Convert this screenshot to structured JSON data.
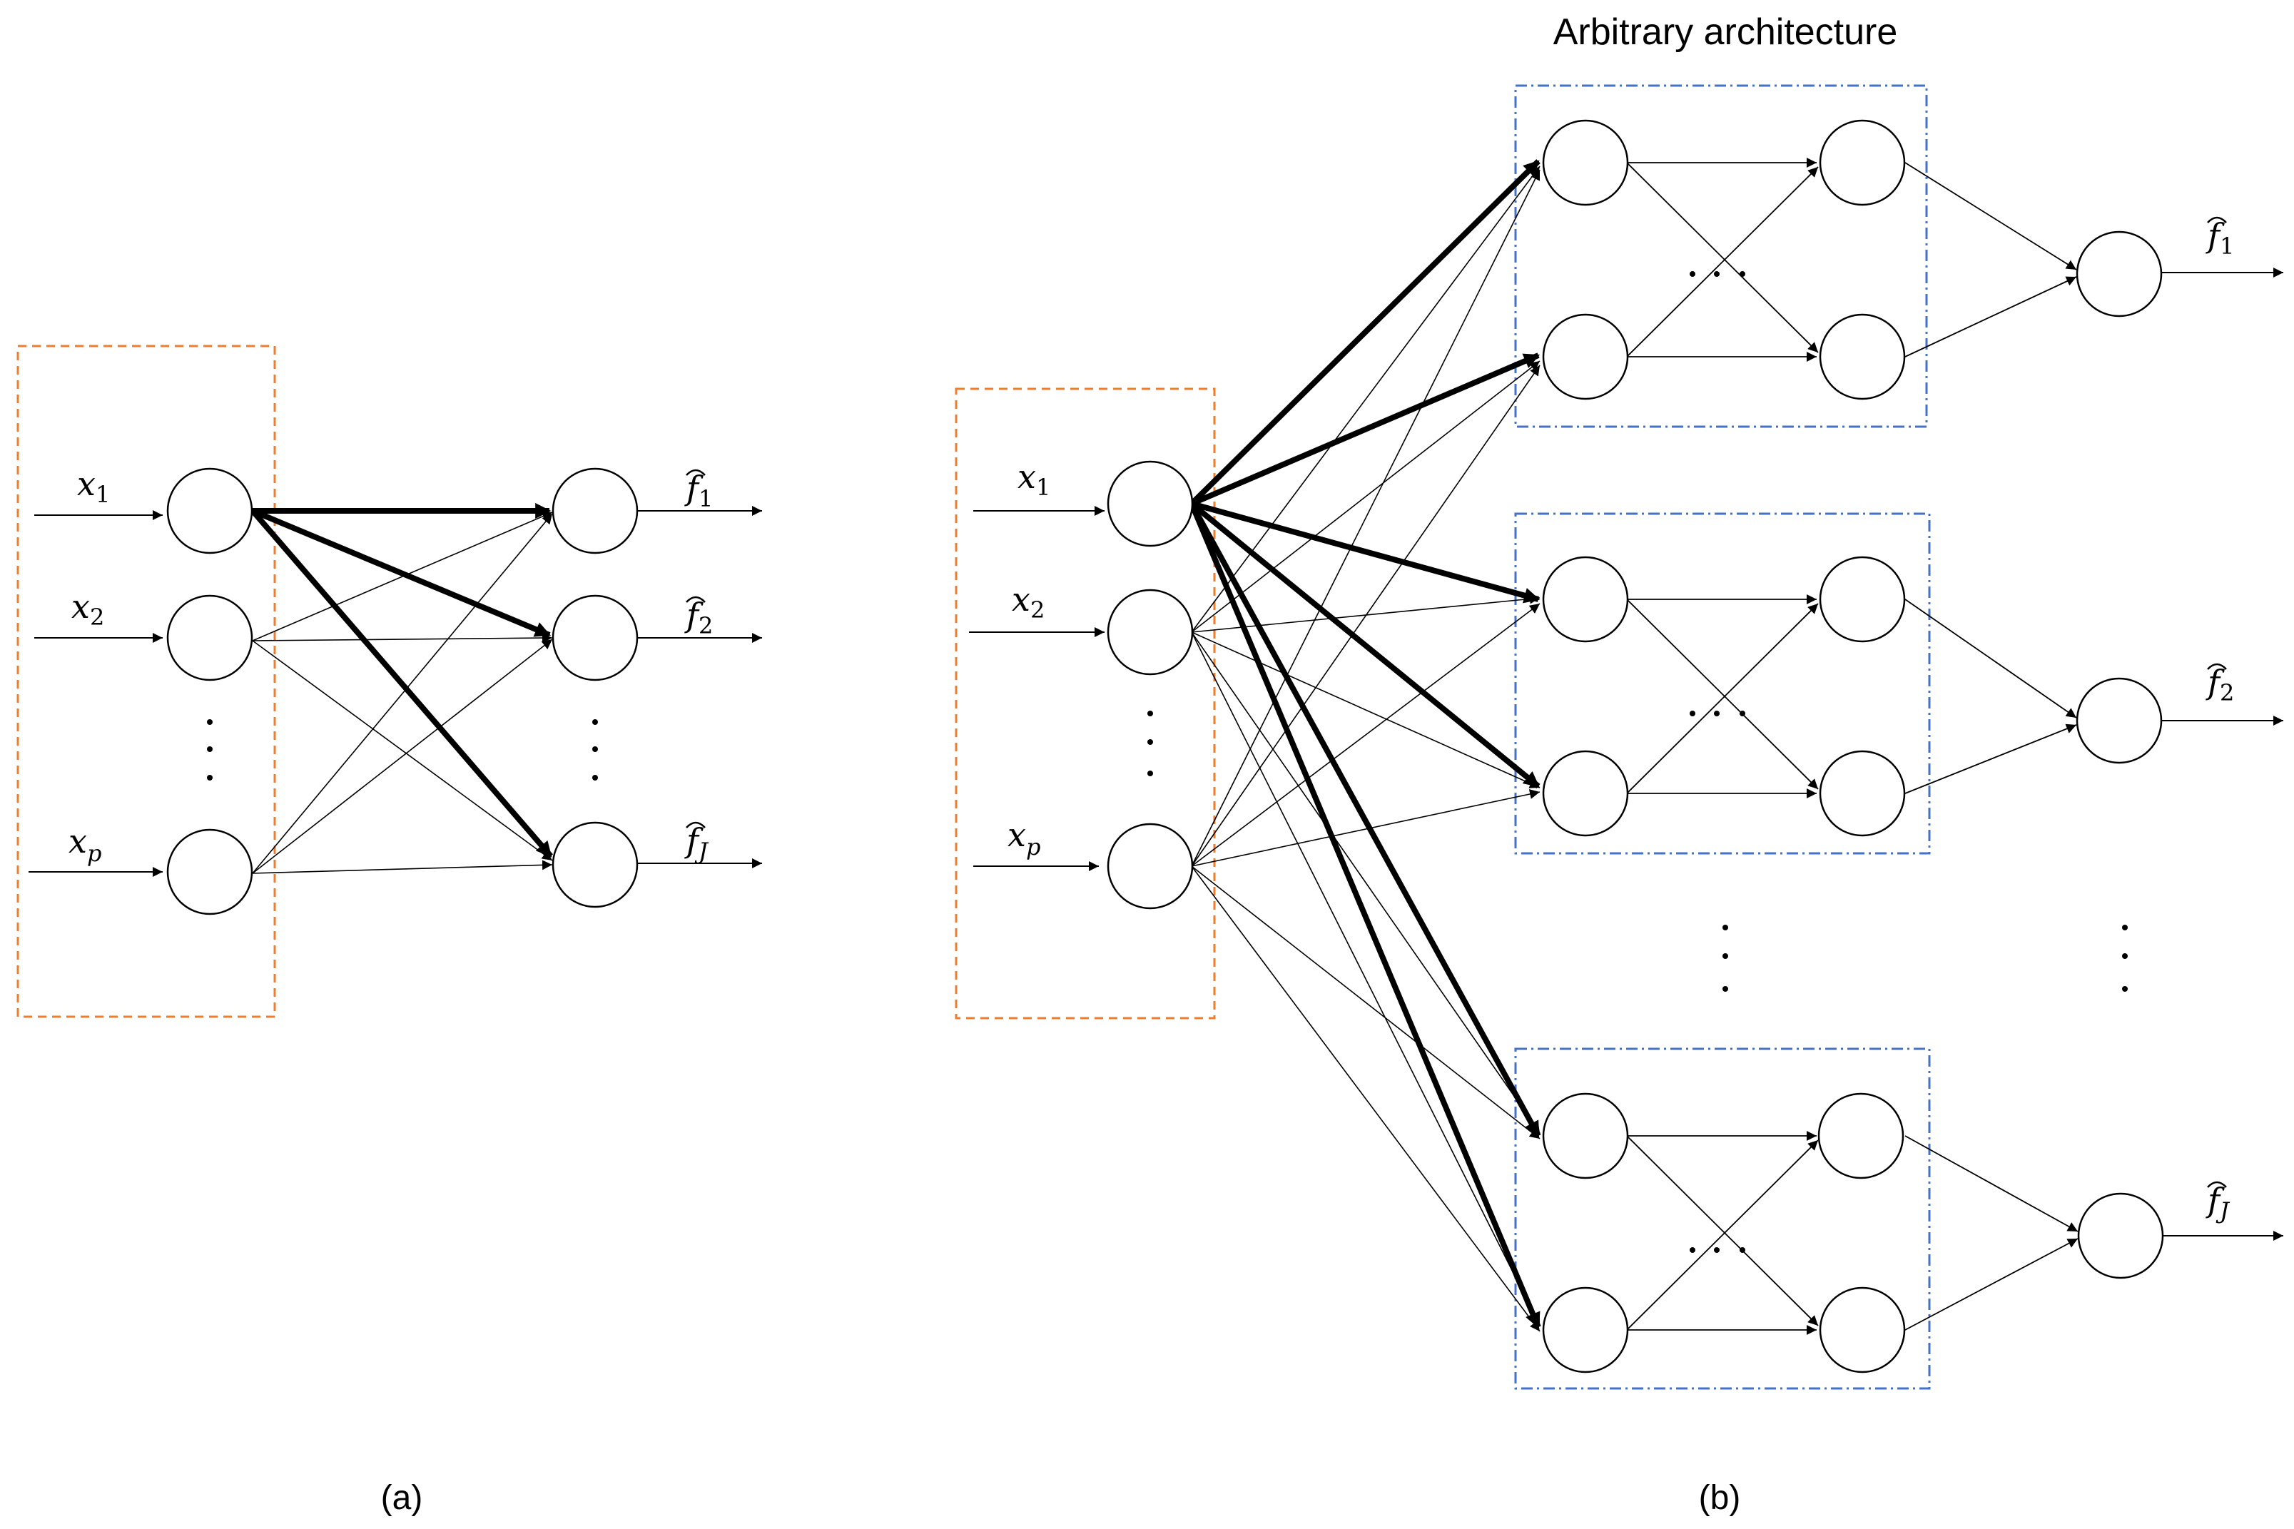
{
  "panel_a": {
    "caption": "(a)",
    "inputs": [
      {
        "var": "x",
        "sub": "1"
      },
      {
        "var": "x",
        "sub": "2"
      },
      {
        "var": "x",
        "sub": "p"
      }
    ],
    "outputs": [
      {
        "var": "f",
        "sub": "1"
      },
      {
        "var": "f",
        "sub": "2"
      },
      {
        "var": "f",
        "sub": "J"
      }
    ]
  },
  "panel_b": {
    "caption": "(b)",
    "title": "Arbitrary architecture",
    "inputs": [
      {
        "var": "x",
        "sub": "1"
      },
      {
        "var": "x",
        "sub": "2"
      },
      {
        "var": "x",
        "sub": "p"
      }
    ],
    "outputs": [
      {
        "var": "f",
        "sub": "1"
      },
      {
        "var": "f",
        "sub": "2"
      },
      {
        "var": "f",
        "sub": "J"
      }
    ]
  },
  "colors": {
    "input_box": "#ED7D31",
    "subnet_box": "#4472C4",
    "stroke": "#000000"
  }
}
